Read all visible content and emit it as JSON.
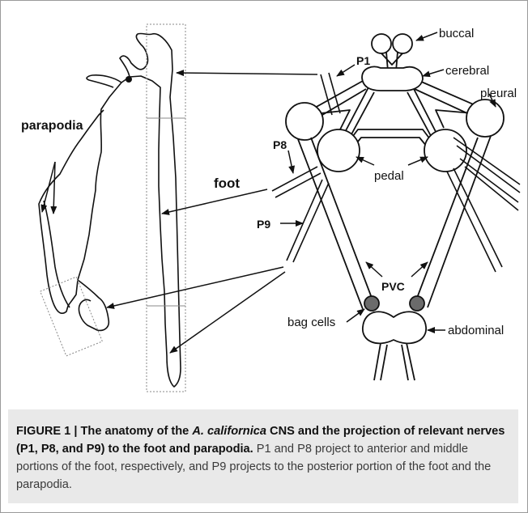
{
  "labels": {
    "buccal": "buccal",
    "cerebral": "cerebral",
    "pleural": "pleural",
    "pedal": "pedal",
    "abdominal": "abdominal",
    "bag_cells": "bag cells",
    "pvc": "PVC",
    "p1": "P1",
    "p8": "P8",
    "p9": "P9",
    "foot": "foot",
    "parapodia": "parapodia"
  },
  "caption": {
    "figure_label": "FIGURE 1 | ",
    "title_part1": "The anatomy of the ",
    "title_species": "A. californica",
    "title_part2": " CNS and the projection of relevant nerves (P1, P8, and P9) to the foot and parapodia.",
    "body": " P1 and P8 project to anterior and middle portions of the foot, respectively, and P9 projects to the posterior portion of the foot and the parapodia."
  },
  "colors": {
    "ink": "#111111",
    "bag_cell_fill": "#6b6b6b",
    "caption_bg": "#e9e9e9",
    "box_dotted": "#8a8a8a"
  }
}
